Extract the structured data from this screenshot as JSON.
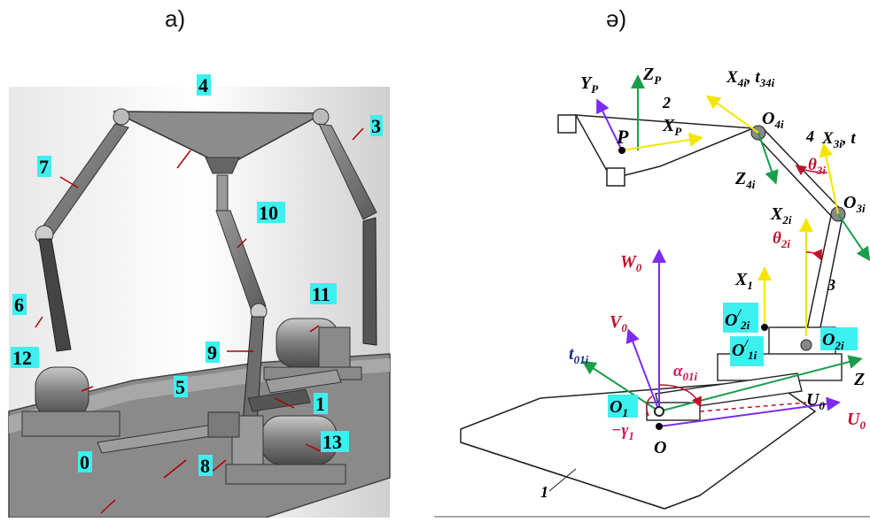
{
  "captions": {
    "left": "а)",
    "right": "ә)"
  },
  "left_parts": [
    "4",
    "3",
    "7",
    "10",
    "11",
    "6",
    "9",
    "12",
    "5",
    "1",
    "8",
    "13",
    "0"
  ],
  "right_labels": {
    "Yp": "Y",
    "Yp_sub": "P",
    "Zp": "Z",
    "Zp_sub": "P",
    "X4": "X",
    "X4_sub": "4i",
    "t34": "t",
    "t34_sub": "34i",
    "n2": "2",
    "O4": "O",
    "O4_sub": "4i",
    "P": "P",
    "Xp": "X",
    "Xp_sub": "P",
    "n4": "4",
    "X3": "X",
    "X3_sub": "3i",
    "t3": "t",
    "theta3": "θ",
    "theta3_sub": "3i",
    "Z4": "Z",
    "Z4_sub": "4i",
    "O3": "O",
    "O3_sub": "3i",
    "X2": "X",
    "X2_sub": "2i",
    "theta2": "θ",
    "theta2_sub": "2i",
    "W0": "W",
    "W0_sub": "0",
    "X1": "X",
    "X1_sub": "1",
    "n3": "3",
    "V0": "V",
    "V0_sub": "0",
    "O2p": "O",
    "O2p_sub": "2i",
    "O2p_sup": "/",
    "O2": "O",
    "O2_sub": "2i",
    "t01": "t",
    "t01_sub": "01i",
    "O1p": "O",
    "O1p_sub": "1i",
    "O1p_sup": "/",
    "alpha": "α",
    "alpha_sub": "01i",
    "O1": "O",
    "O1_sub": "1",
    "U0i": "U",
    "U0i_sub": "0",
    "gamma": "−γ",
    "gamma_sub": "1",
    "U0": "U",
    "U0_sub": "0",
    "O": "O",
    "n1": "1",
    "Z": "Z"
  },
  "colors": {
    "tag_bg": "#3cf0f0",
    "green": "#1a9e4a",
    "violet": "#7b2cf0",
    "yellow": "#f2e600",
    "red_label": "#c0102a",
    "magenta": "#d4145a",
    "navy": "#1a2a8c"
  }
}
